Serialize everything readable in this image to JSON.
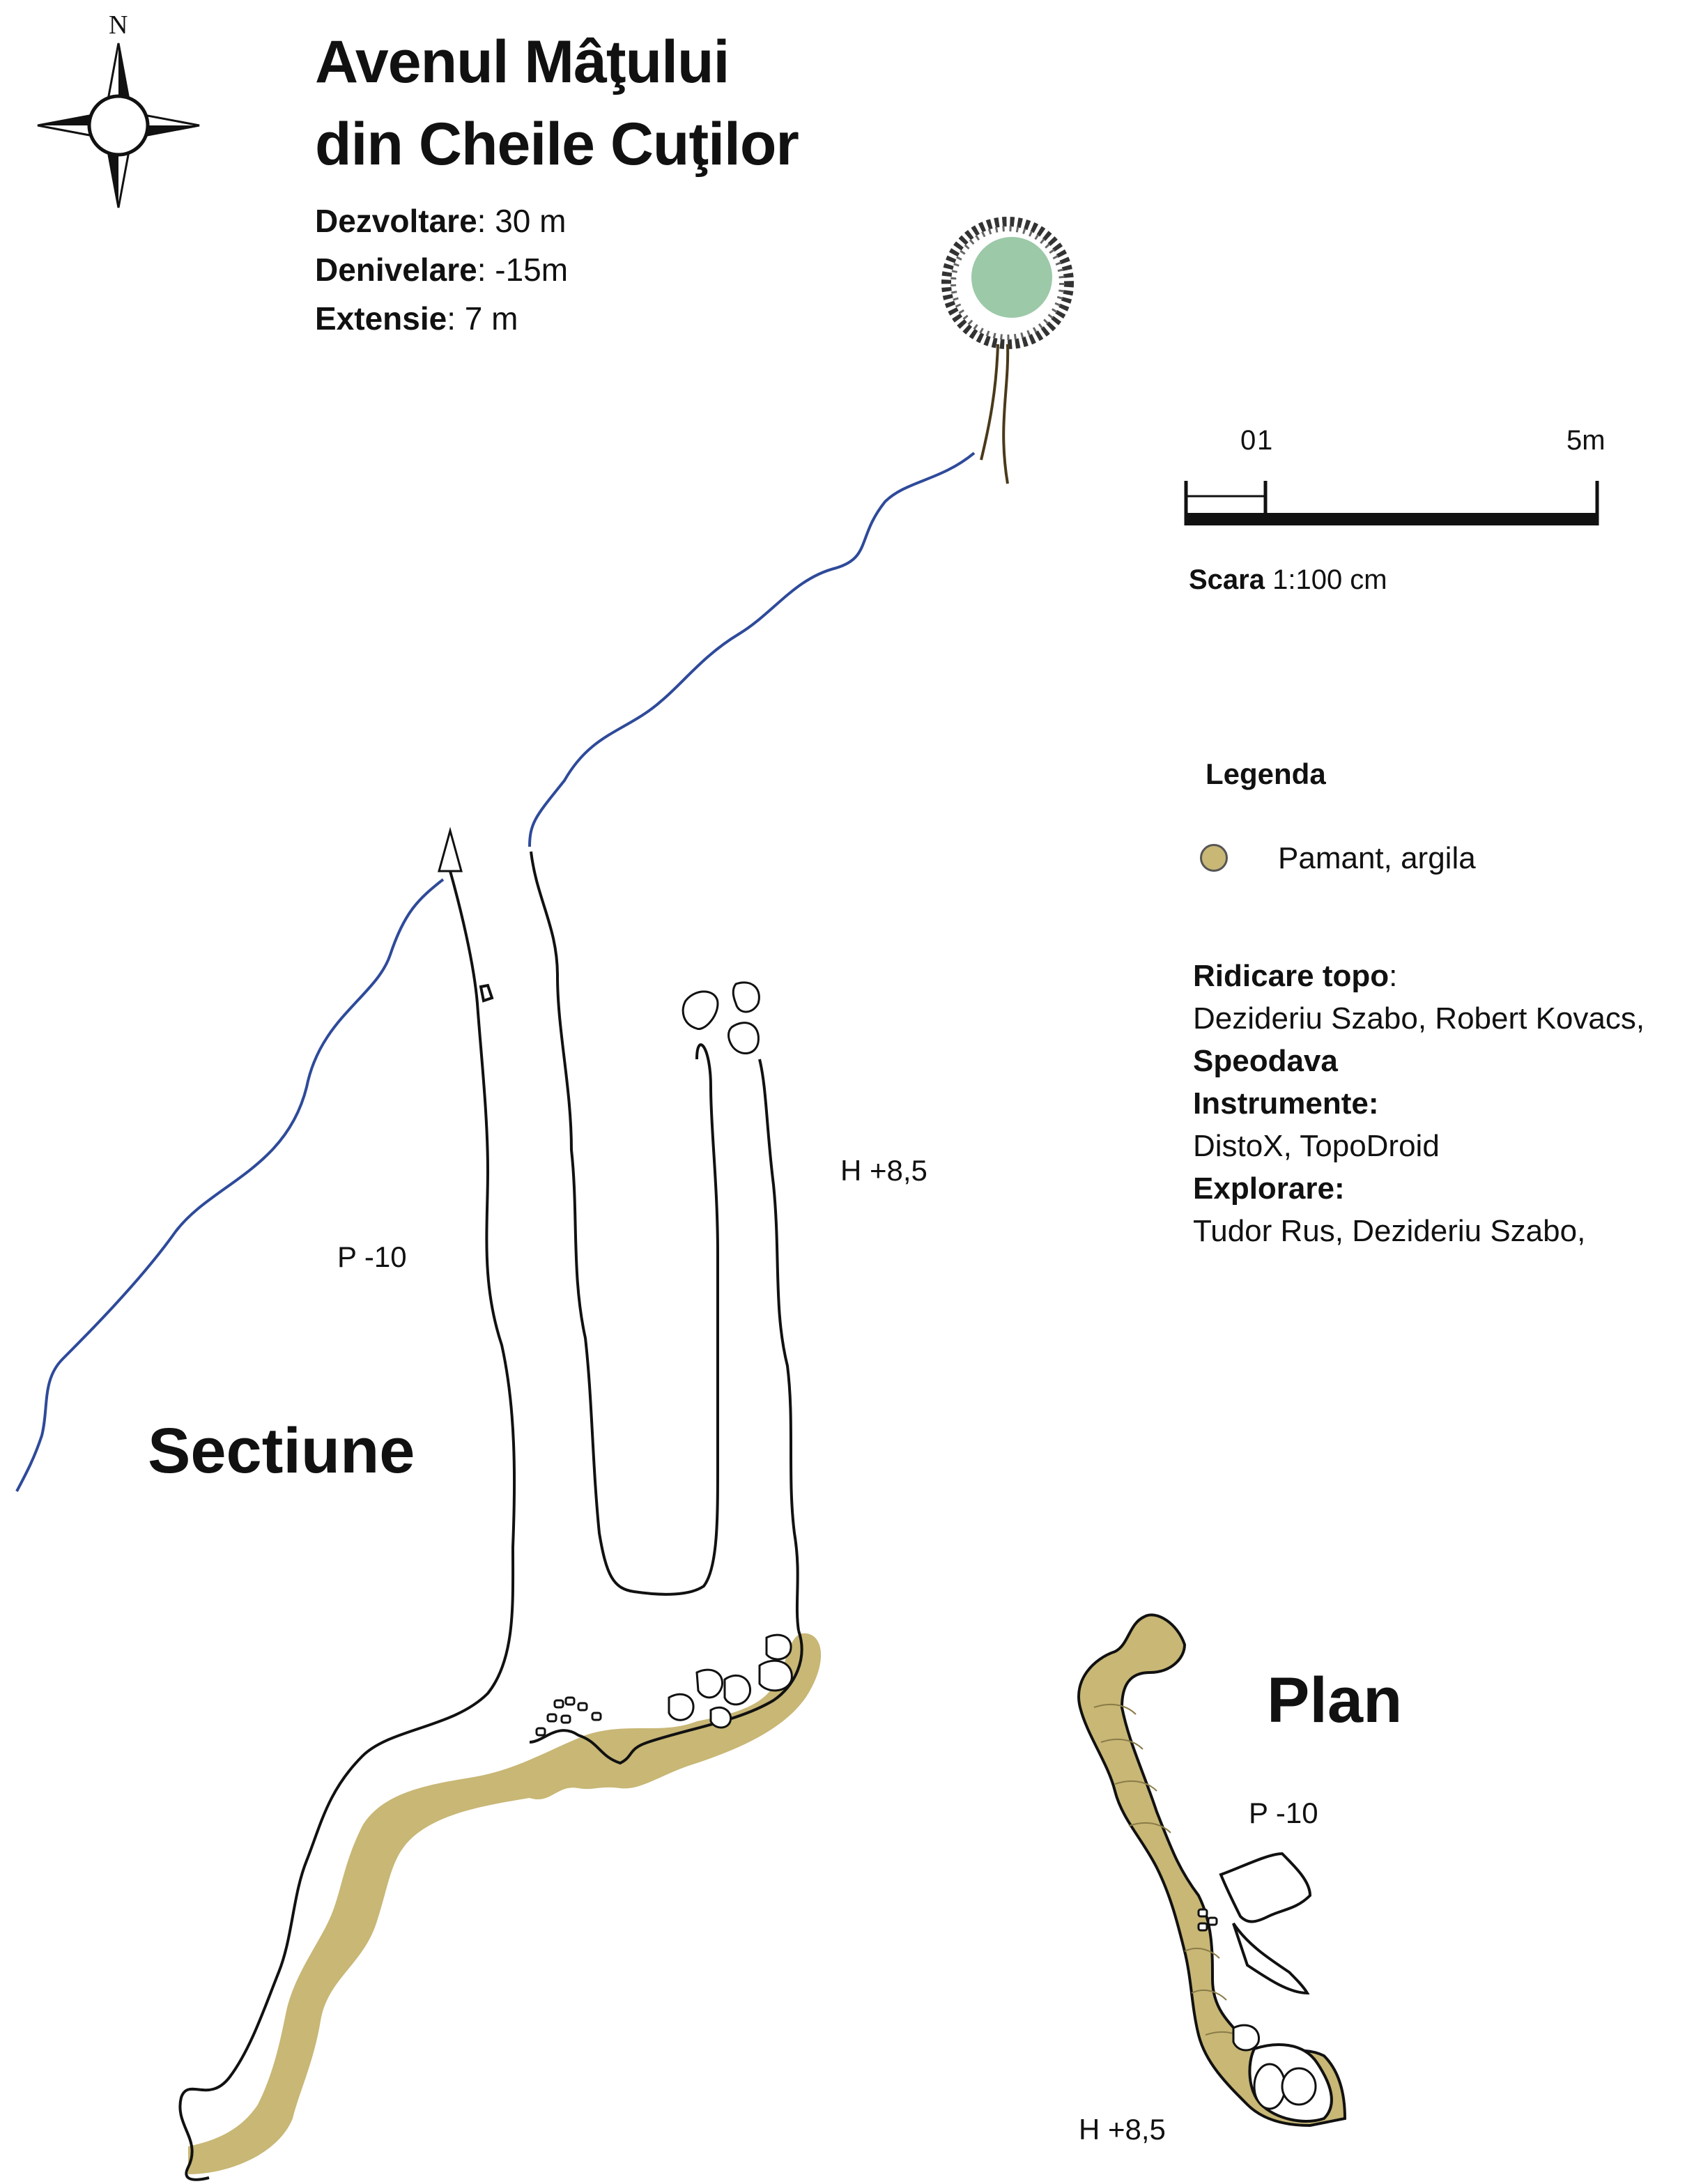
{
  "title": {
    "line1": "Avenul Mâţului",
    "line2": "din Cheile Cuţilor"
  },
  "stats": [
    {
      "label": "Dezvoltare",
      "value": ": 30 m"
    },
    {
      "label": "Denivelare",
      "value": ": -15m"
    },
    {
      "label": "Extensie",
      "value": ": 7 m"
    }
  ],
  "compass": {
    "north_label": "N",
    "icon": "compass-rose-icon"
  },
  "scale": {
    "tick_0": "0",
    "tick_1": "1",
    "tick_5": "5m",
    "caption_bold": "Scara",
    "caption_rest": " 1:100 cm"
  },
  "legend": {
    "title": "Legenda",
    "items": [
      {
        "label": "Pamant, argila",
        "color": "#c8b775"
      }
    ]
  },
  "credits": {
    "survey_heading": "Ridicare topo",
    "survey_colon": ":",
    "survey_names": "Dezideriu Szabo, Robert Kovacs,",
    "club": "Speodava",
    "instruments_heading": "Instrumente:",
    "instruments": "DistoX, TopoDroid",
    "exploration_heading": "Explorare:",
    "explorers": "Tudor Rus, Dezideriu Szabo,"
  },
  "section": {
    "title": "Sectiune",
    "label_shaft": "P -10",
    "label_chimney": "H +8,5"
  },
  "plan": {
    "title": "Plan",
    "label_shaft": "P -10",
    "label_chimney": "H +8,5"
  },
  "colors": {
    "clay": "#c8b775",
    "surface_line": "#2e4a9a",
    "tree_canopy": "#9cc9a8",
    "wall": "#111111"
  }
}
